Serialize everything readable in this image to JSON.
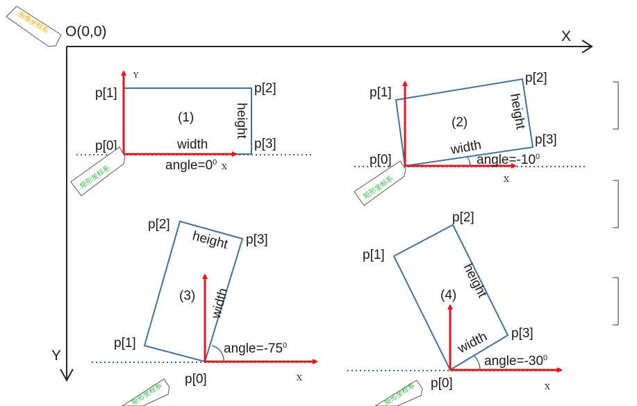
{
  "image_coord_tag": "图像坐标系",
  "rect_coord_tag": "矩形坐标系",
  "origin_label": "O(0,0)",
  "axis_x": "X",
  "axis_y": "Y",
  "colors": {
    "rect": "#41719c",
    "arrow": "#e8141c",
    "dotted": "#2e5f8f",
    "tag_gold": "#f0b400",
    "tag_green": "#3cb44b"
  },
  "panels": [
    {
      "number": "(1)",
      "p0": "p[0]",
      "p1": "p[1]",
      "p2": "p[2]",
      "p3": "p[3]",
      "width": "width",
      "height": "height",
      "angle": "angle=0",
      "deg": "0",
      "x": "X",
      "y": "Y"
    },
    {
      "number": "(2)",
      "p0": "p[0]",
      "p1": "p[1]",
      "p2": "p[2]",
      "p3": "p[3]",
      "width": "width",
      "height": "height",
      "angle": "angle=-10",
      "deg": "0",
      "x": "X"
    },
    {
      "number": "(3)",
      "p0": "p[0]",
      "p1": "p[1]",
      "p2": "p[2]",
      "p3": "p[3]",
      "width": "width",
      "height": "height",
      "angle": "angle=-75",
      "deg": "0",
      "x": "X"
    },
    {
      "number": "(4)",
      "p0": "p[0]",
      "p1": "p[1]",
      "p2": "p[2]",
      "p3": "p[3]",
      "width": "width",
      "height": "height",
      "angle": "angle=-30",
      "deg": "0",
      "x": "X"
    }
  ]
}
